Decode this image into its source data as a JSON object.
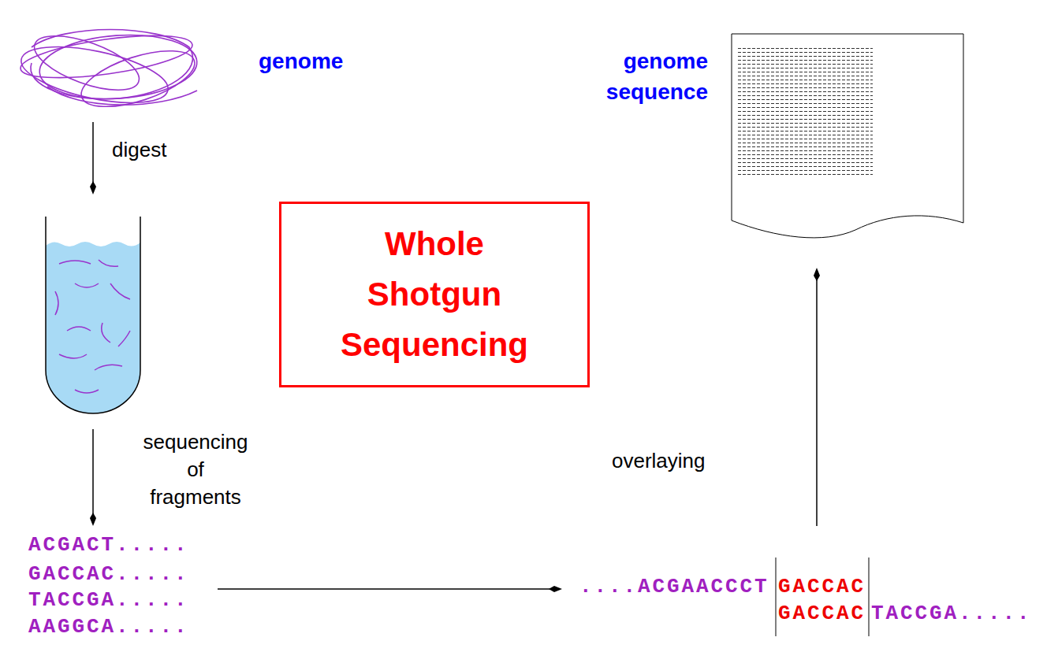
{
  "diagram": {
    "nodes": [
      {
        "text": [
          "Whole Shotgun Sequencing"
        ]
      }
    ],
    "labels": [
      "genome",
      "genome sequence",
      "digest",
      "sequencing of fragments",
      "overlaying",
      "ACGACT.....",
      "GACCAC.....",
      "TACCGA.....",
      "AAGGCA.....",
      "....ACGAACCCT",
      "GACCAC",
      "GACCAC",
      "TACCGA....."
    ]
  }
}
